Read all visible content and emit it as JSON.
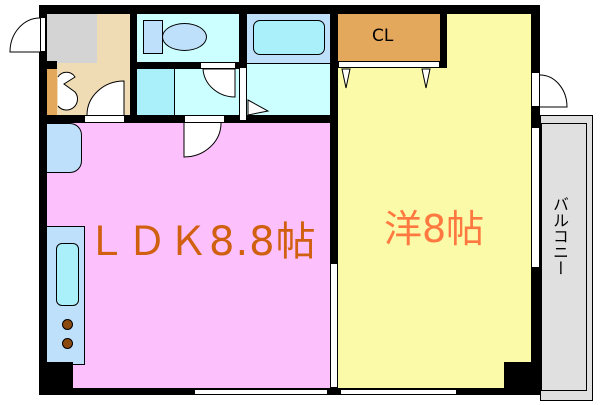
{
  "rooms": {
    "ldk": {
      "label": "ＬＤＫ8.8帖",
      "color": "#fcc0fc"
    },
    "western": {
      "label": "洋8帖",
      "color": "#fafaa8"
    },
    "closet": {
      "label": "CL",
      "color": "#e4a85c"
    },
    "balcony": {
      "label": "バルコニー",
      "color": "#e0e0e0"
    },
    "entrance": {
      "color": "#f0dcb4"
    },
    "toilet": {
      "color": "#ccffff"
    },
    "bath": {
      "color": "#bfe0fa"
    }
  },
  "colors": {
    "ldk_text": "#d06010",
    "western_text": "#ff7840",
    "wall": "#000000"
  }
}
